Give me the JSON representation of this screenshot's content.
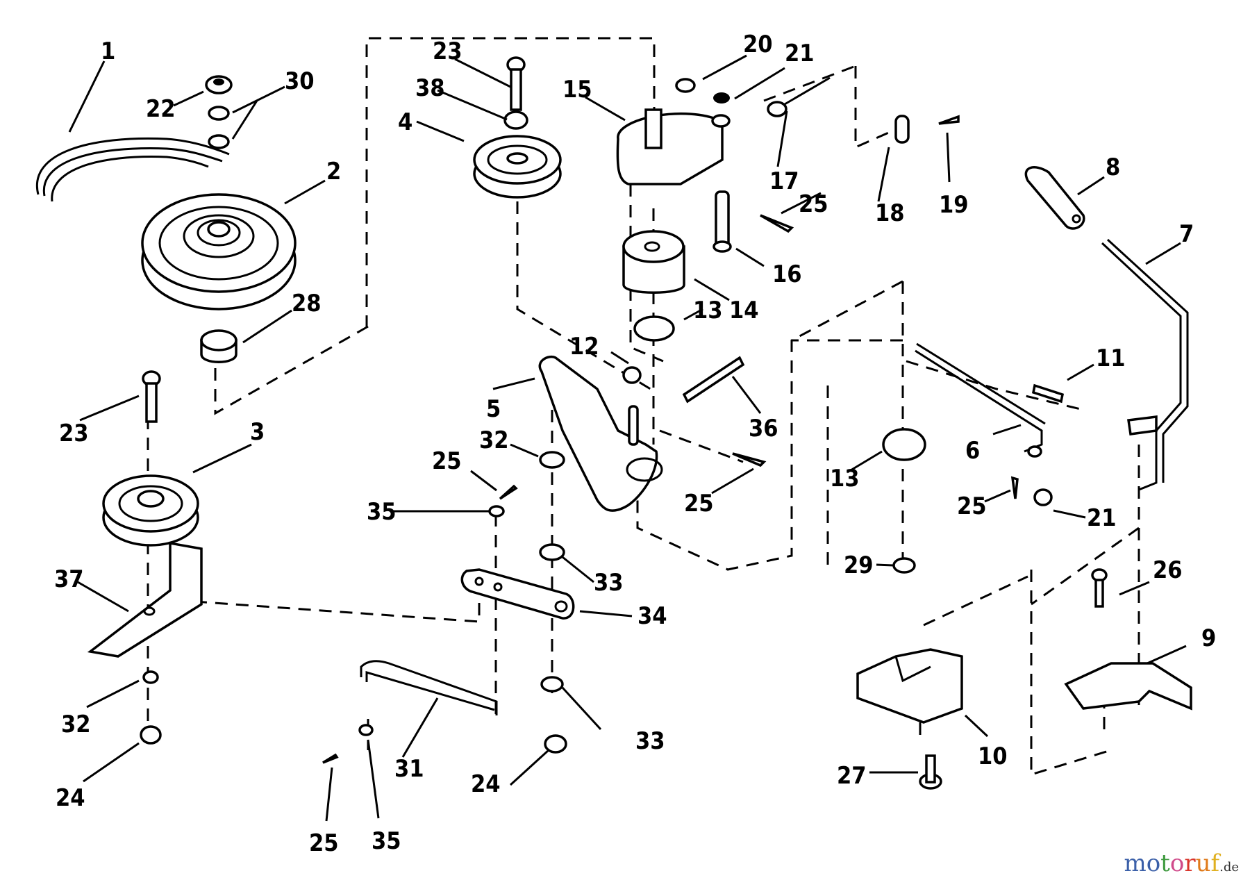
{
  "diagram": {
    "type": "exploded-parts-diagram",
    "callouts": [
      "1",
      "2",
      "3",
      "4",
      "5",
      "6",
      "7",
      "8",
      "9",
      "10",
      "11",
      "12",
      "13",
      "14",
      "15",
      "16",
      "17",
      "18",
      "19",
      "20",
      "21",
      "22",
      "23",
      "24",
      "25",
      "26",
      "27",
      "28",
      "29",
      "30",
      "31",
      "32",
      "33",
      "34",
      "35",
      "36",
      "37",
      "38"
    ],
    "labels": [
      {
        "id": "1",
        "text": "1"
      },
      {
        "id": "2",
        "text": "2"
      },
      {
        "id": "3",
        "text": "3"
      },
      {
        "id": "4",
        "text": "4"
      },
      {
        "id": "5",
        "text": "5"
      },
      {
        "id": "6",
        "text": "6"
      },
      {
        "id": "7",
        "text": "7"
      },
      {
        "id": "8",
        "text": "8"
      },
      {
        "id": "9",
        "text": "9"
      },
      {
        "id": "10",
        "text": "10"
      },
      {
        "id": "11",
        "text": "11"
      },
      {
        "id": "12",
        "text": "12"
      },
      {
        "id": "13a",
        "text": "13"
      },
      {
        "id": "13b",
        "text": "13"
      },
      {
        "id": "14",
        "text": "14"
      },
      {
        "id": "15",
        "text": "15"
      },
      {
        "id": "16",
        "text": "16"
      },
      {
        "id": "17",
        "text": "17"
      },
      {
        "id": "18",
        "text": "18"
      },
      {
        "id": "19",
        "text": "19"
      },
      {
        "id": "20",
        "text": "20"
      },
      {
        "id": "21a",
        "text": "21"
      },
      {
        "id": "21b",
        "text": "21"
      },
      {
        "id": "22",
        "text": "22"
      },
      {
        "id": "23a",
        "text": "23"
      },
      {
        "id": "23b",
        "text": "23"
      },
      {
        "id": "24a",
        "text": "24"
      },
      {
        "id": "24b",
        "text": "24"
      },
      {
        "id": "25a",
        "text": "25"
      },
      {
        "id": "25b",
        "text": "25"
      },
      {
        "id": "25c",
        "text": "25"
      },
      {
        "id": "25d",
        "text": "25"
      },
      {
        "id": "25e",
        "text": "25"
      },
      {
        "id": "26",
        "text": "26"
      },
      {
        "id": "27",
        "text": "27"
      },
      {
        "id": "28",
        "text": "28"
      },
      {
        "id": "29",
        "text": "29"
      },
      {
        "id": "30",
        "text": "30"
      },
      {
        "id": "31",
        "text": "31"
      },
      {
        "id": "32a",
        "text": "32"
      },
      {
        "id": "32b",
        "text": "32"
      },
      {
        "id": "33a",
        "text": "33"
      },
      {
        "id": "33b",
        "text": "33"
      },
      {
        "id": "34",
        "text": "34"
      },
      {
        "id": "35a",
        "text": "35"
      },
      {
        "id": "35b",
        "text": "35"
      },
      {
        "id": "36",
        "text": "36"
      },
      {
        "id": "37",
        "text": "37"
      },
      {
        "id": "38",
        "text": "38"
      }
    ]
  },
  "watermark": {
    "letters": [
      "m",
      "o",
      "t",
      "o",
      "r",
      "u",
      "f"
    ],
    "colors": [
      "#3a5fa8",
      "#3a5fa8",
      "#3f9a3f",
      "#d04a8a",
      "#d9342b",
      "#e07a1a",
      "#e0b020"
    ],
    "suffix": ".de"
  }
}
